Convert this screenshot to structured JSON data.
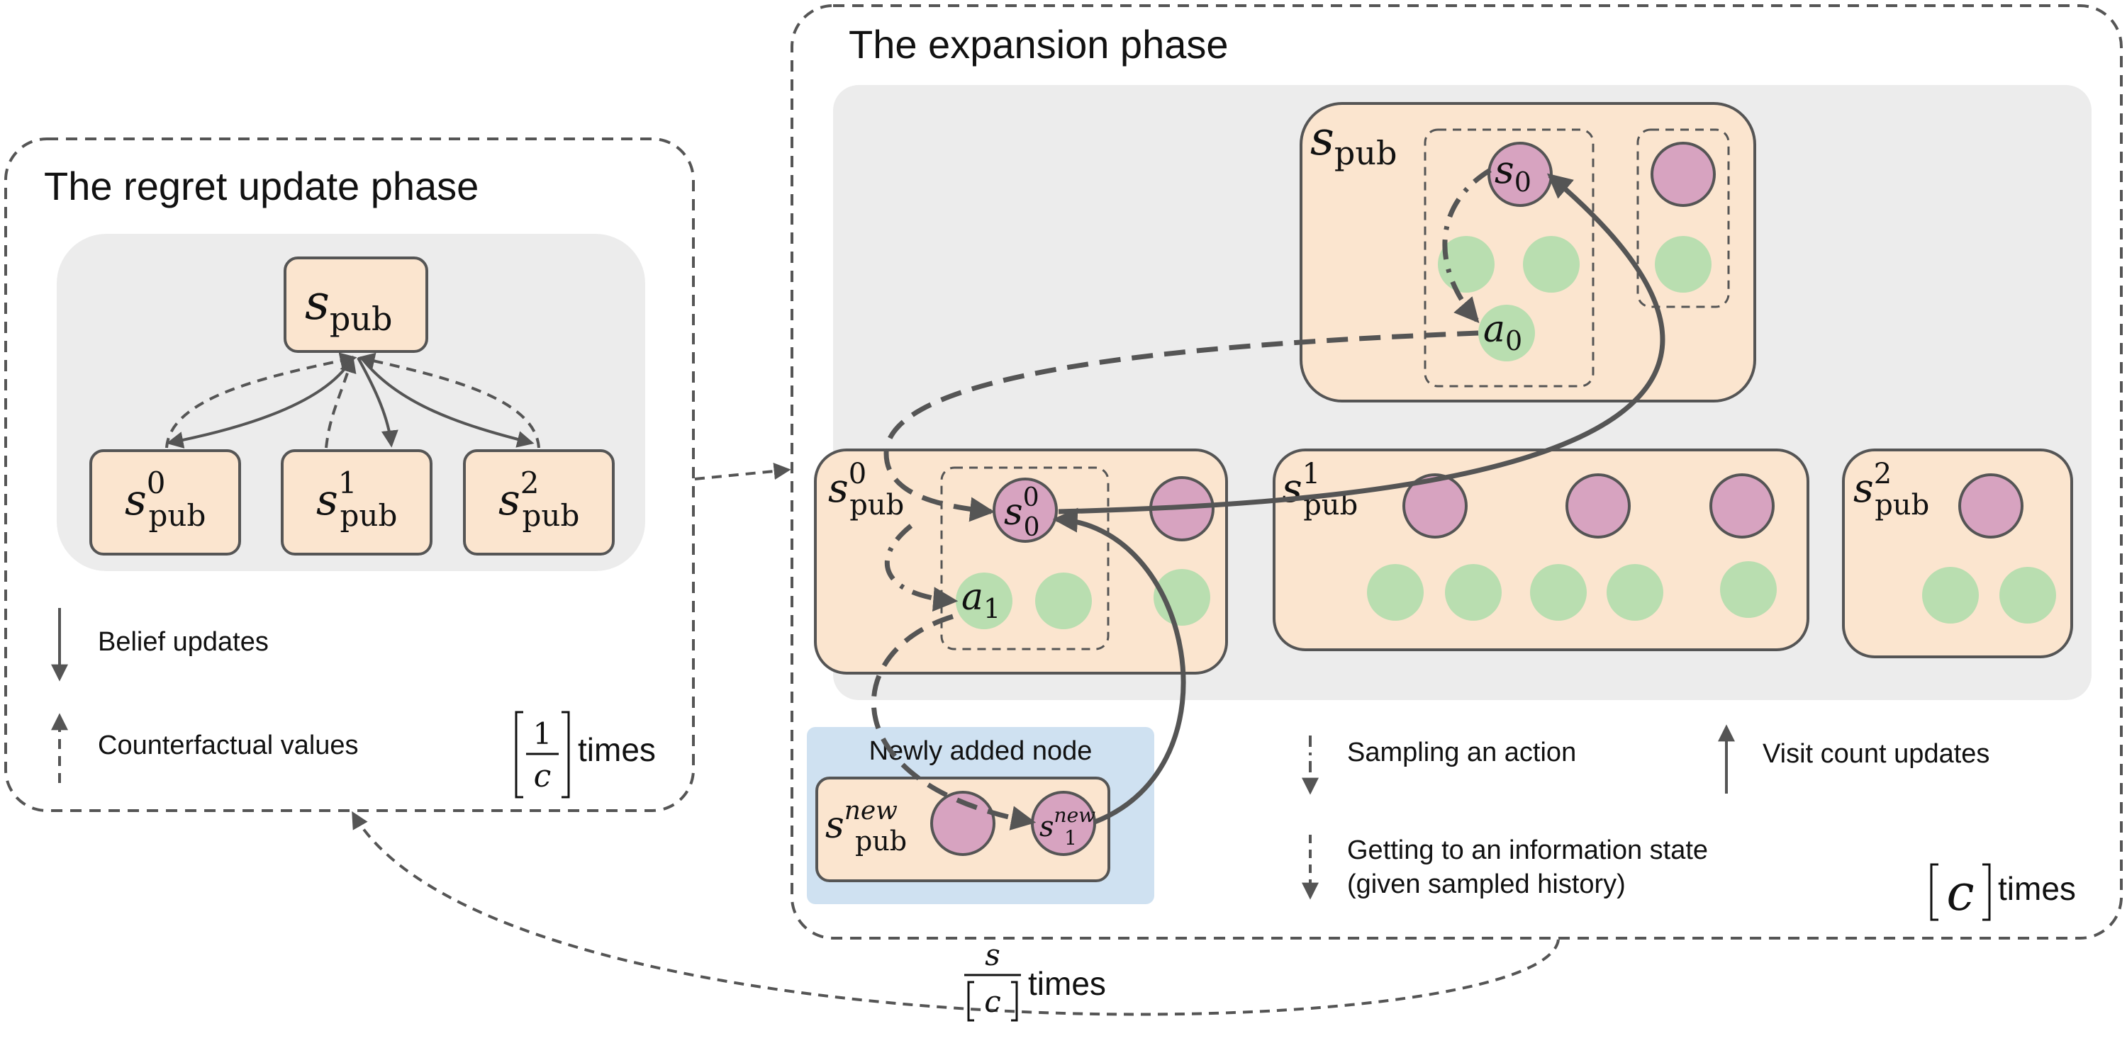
{
  "regret_phase": {
    "title": "The regret update phase",
    "root": {
      "base": "s",
      "sub": "pub"
    },
    "children": [
      {
        "base": "s",
        "sub": "pub",
        "sup": "0"
      },
      {
        "base": "s",
        "sub": "pub",
        "sup": "1"
      },
      {
        "base": "s",
        "sub": "pub",
        "sup": "2"
      }
    ],
    "legend": {
      "belief": "Belief updates",
      "counterfactual": "Counterfactual values"
    },
    "times": {
      "numerator": "1",
      "denominator": "c",
      "label": "times"
    }
  },
  "expansion_phase": {
    "title": "The expansion phase",
    "top": {
      "base": "s",
      "sub": "pub"
    },
    "top_nodes": {
      "s0": {
        "base": "s",
        "sub": "0"
      },
      "a0": {
        "base": "a",
        "sub": "0"
      }
    },
    "children": [
      {
        "base": "s",
        "sub": "pub",
        "sup": "0"
      },
      {
        "base": "s",
        "sub": "pub",
        "sup": "1"
      },
      {
        "base": "s",
        "sub": "pub",
        "sup": "2"
      }
    ],
    "child_nodes": {
      "s00": {
        "base": "s",
        "sub": "0",
        "sup": "0"
      },
      "a1": {
        "base": "a",
        "sub": "1"
      }
    },
    "new_node": {
      "label": "Newly added node",
      "pub": {
        "base": "s",
        "sub": "pub",
        "sup": "new"
      },
      "s1": {
        "base": "s",
        "sub": "1",
        "sup": "new"
      }
    },
    "legend": {
      "sampling": "Sampling an action",
      "visit": "Visit count updates",
      "getting_line1": "Getting to an information state",
      "getting_line2": "(given sampled history)"
    },
    "times": {
      "base": "c",
      "label": "times"
    }
  },
  "loop_times": {
    "numerator": "s",
    "denominator": "c",
    "label": "times"
  },
  "colors": {
    "panel_gray": "#ececec",
    "box_fill": "#fbe5cf",
    "box_stroke": "#555555",
    "pink": "#d7a3c0",
    "green": "#b9deb0",
    "new_panel": "#cfe1f1",
    "line": "#555555"
  }
}
